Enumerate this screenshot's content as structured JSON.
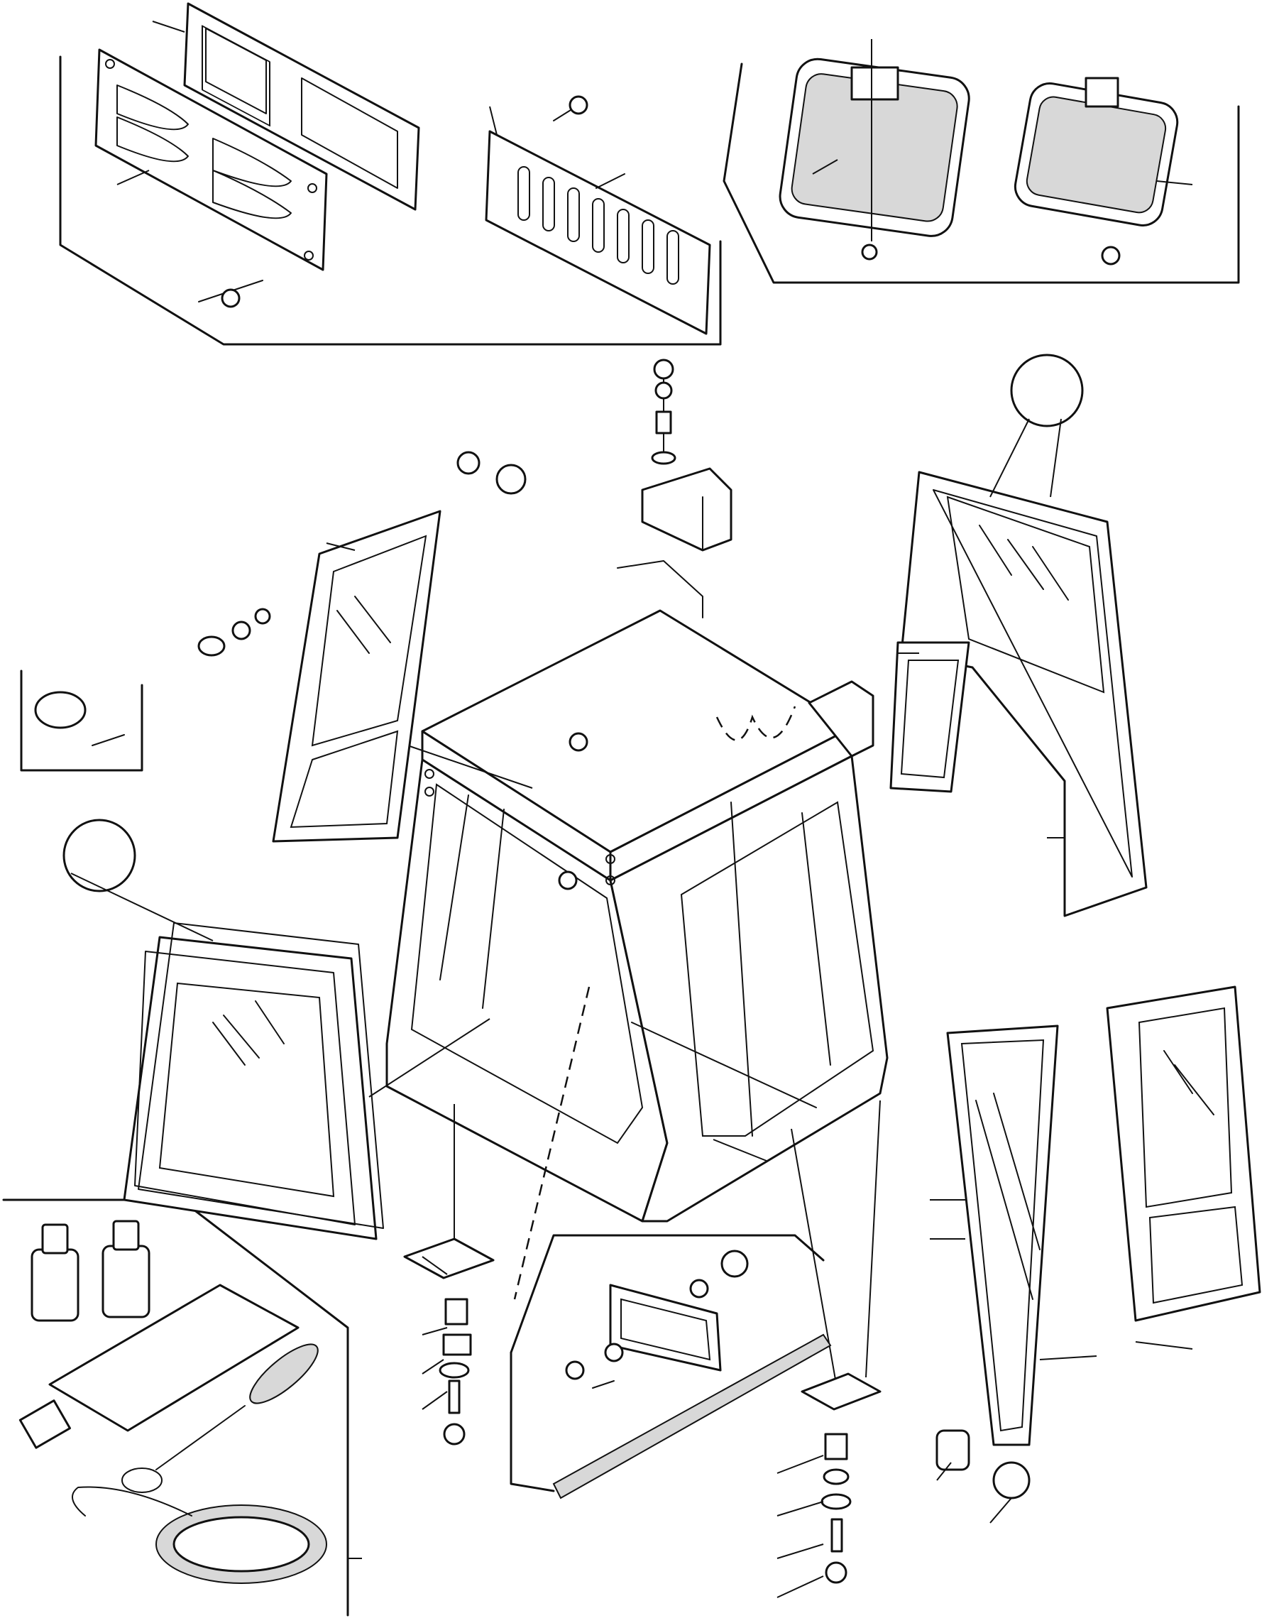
{
  "figure": {
    "kind": "exploded parts diagram",
    "printed_text": [],
    "callout_numbers_visible": false
  },
  "components": [
    {
      "id": "vent-louver-assembly",
      "icon": "vent-icon"
    },
    {
      "id": "vent-grille-panel",
      "icon": "grille-icon"
    },
    {
      "id": "rearview-mirror-left",
      "icon": "mirror-icon"
    },
    {
      "id": "rearview-mirror-right",
      "icon": "mirror-icon"
    },
    {
      "id": "cab-frame",
      "icon": "cab-icon"
    },
    {
      "id": "front-window",
      "icon": "window-icon"
    },
    {
      "id": "left-door-window",
      "icon": "window-icon"
    },
    {
      "id": "rear-window-frame",
      "icon": "window-icon"
    },
    {
      "id": "sliding-window-panel",
      "icon": "window-icon"
    },
    {
      "id": "right-door",
      "icon": "door-icon"
    },
    {
      "id": "roof-bracket",
      "icon": "bracket-icon"
    },
    {
      "id": "mount-damper-stack-left",
      "icon": "damper-icon"
    },
    {
      "id": "mount-damper-stack-right",
      "icon": "damper-icon"
    },
    {
      "id": "door-latch-assembly",
      "icon": "latch-icon"
    },
    {
      "id": "weather-strip",
      "icon": "strip-icon"
    },
    {
      "id": "adhesive-kit",
      "icon": "bottle-icon"
    },
    {
      "id": "sealing-cord-coil",
      "icon": "cord-icon"
    }
  ]
}
